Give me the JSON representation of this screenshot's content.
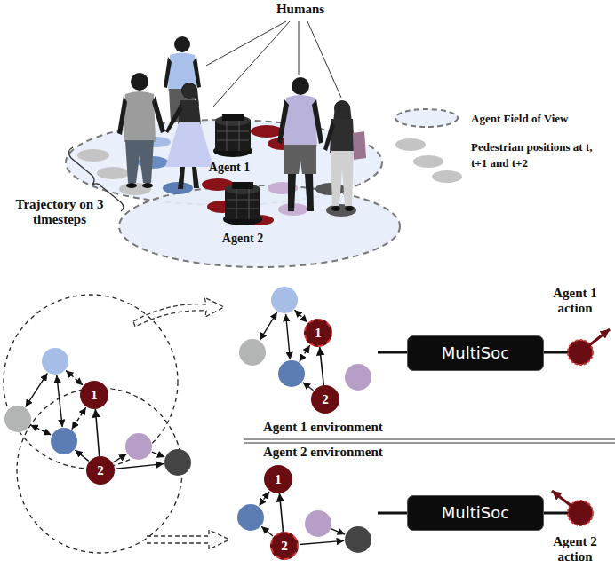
{
  "diagram": {
    "nodes": [
      {
        "text": [
          "1"
        ]
      },
      {
        "text": [
          "2"
        ]
      },
      {
        "text": [
          "1"
        ]
      },
      {
        "text": [
          "2"
        ]
      },
      {
        "text": [
          "MultiSoc"
        ]
      },
      {
        "text": [
          "1"
        ]
      },
      {
        "text": [
          "2"
        ]
      },
      {
        "text": [
          "MultiSoc"
        ]
      }
    ],
    "edges": [
      {
        "from": 1,
        "to": 0,
        "arrow": "to"
      },
      {
        "from": 3,
        "to": 2,
        "arrow": "to"
      },
      {
        "from": 6,
        "to": 5,
        "arrow": "to"
      }
    ],
    "labels": [
      "Humans",
      "Agent 1",
      "Agent 2",
      "Trajectory on 3 timesteps",
      "Agent 1 action",
      "Agent 1 environment",
      "Agent 2 environment",
      "Agent 2 action"
    ],
    "legend": [
      {
        "text": "Agent Field of View"
      },
      {
        "text": "Pedestrian positions at t, t+1 and t+2"
      }
    ]
  }
}
